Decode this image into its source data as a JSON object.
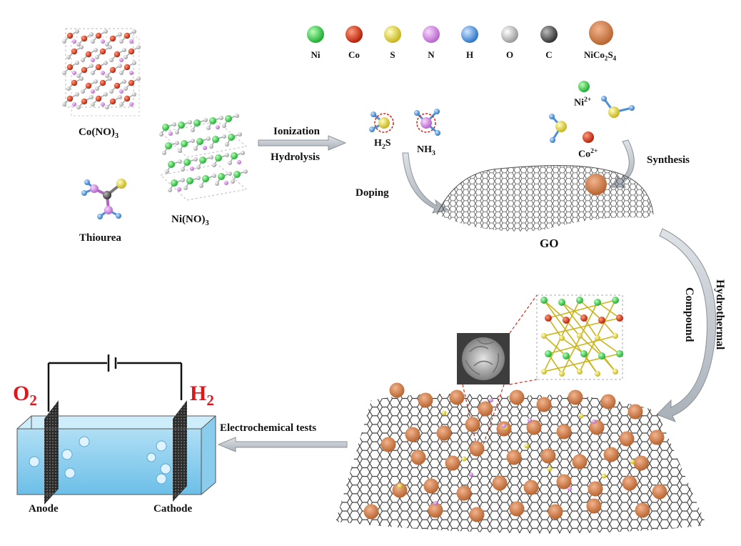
{
  "legend": {
    "items": [
      {
        "label": "Ni",
        "color": "#2ecc40"
      },
      {
        "label": "Co",
        "color": "#d93a1a"
      },
      {
        "label": "S",
        "color": "#e8dc3a"
      },
      {
        "label": "N",
        "color": "#d48ae0"
      },
      {
        "label": "H",
        "color": "#4a90d9"
      },
      {
        "label": "O",
        "color": "#c8c8c8"
      },
      {
        "label": "C",
        "color": "#555555"
      }
    ],
    "nico_main": "NiCo",
    "nico_sub1": "2",
    "nico_s": "S",
    "nico_sub2": "4",
    "nico_color": "#d9885a"
  },
  "precursors": {
    "co_main": "Co(NO)",
    "co_sub": "3",
    "ni_main": "Ni(NO)",
    "ni_sub": "3",
    "thiourea": "Thiourea"
  },
  "arrows": {
    "ionization": "Ionization",
    "hydrolysis": "Hydrolysis",
    "doping": "Doping",
    "synthesis": "Synthesis",
    "hydrothermal": "Hydrothermal",
    "compound": "Compound",
    "electrochemical": "Electrochemical tests"
  },
  "molecules": {
    "h2s_main": "H",
    "h2s_sub": "2",
    "h2s_tail": "S",
    "nh3_main": "NH",
    "nh3_sub": "3",
    "ni_ion": "Ni",
    "ni_ion_sup": "2+",
    "co_ion": "Co",
    "co_ion_sup": "2+"
  },
  "go_label": "GO",
  "cell": {
    "o2_main": "O",
    "o2_sub": "2",
    "h2_main": "H",
    "h2_sub": "2",
    "anode": "Anode",
    "cathode": "Cathode"
  }
}
